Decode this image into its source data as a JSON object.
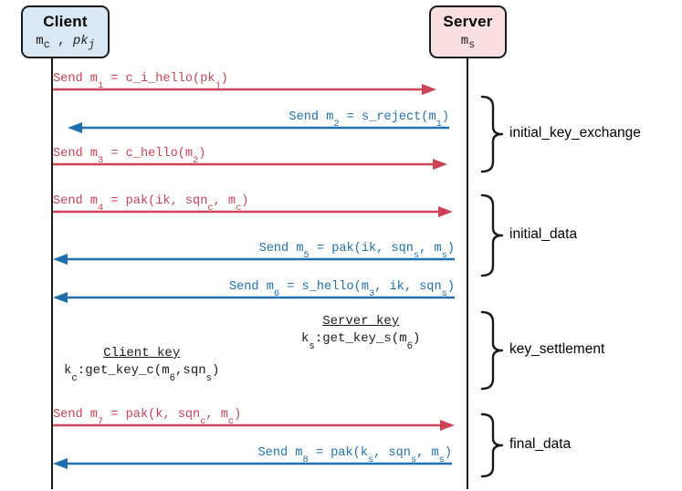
{
  "diagram": {
    "title": "Client-Server protocol sequence diagram",
    "colors": {
      "request": "#cc4257",
      "response": "#2070b0",
      "client_box_fill": "#d8e8f4",
      "server_box_fill": "#fadfe3",
      "line": "#1a1a1a"
    }
  },
  "actors": {
    "client": {
      "title": "Client",
      "state": "m_c , pk_j"
    },
    "server": {
      "title": "Server",
      "state": "m_s"
    }
  },
  "messages": [
    {
      "id": "m1",
      "direction": "request",
      "label": "Send m1 = c_i_hello(pkj)"
    },
    {
      "id": "m2",
      "direction": "response",
      "label": "Send m2 = s_reject(m1)"
    },
    {
      "id": "m3",
      "direction": "request",
      "label": "Send m3 = c_hello(m2)"
    },
    {
      "id": "m4",
      "direction": "request",
      "label": "Send m4 = pak(ik, sqnc, mc)"
    },
    {
      "id": "m5",
      "direction": "response",
      "label": "Send m5 = pak(ik, sqns, ms)"
    },
    {
      "id": "m6",
      "direction": "response",
      "label": "Send m6 = s_hello(m3, ik, sqns)"
    },
    {
      "id": "m7",
      "direction": "request",
      "label": "Send m7 = pak(k, sqnc, mc)"
    },
    {
      "id": "m8",
      "direction": "response",
      "label": "Send m8 = pak(ks, sqns, ms)"
    }
  ],
  "notes": {
    "server_key": {
      "title": "Server key",
      "body": "k_s:get_key_s(m_6)"
    },
    "client_key": {
      "title": "Client key",
      "body": "k_c:get_key_c(m_6,sqn_s)"
    }
  },
  "phases": [
    {
      "id": "initial_key_exchange",
      "label": "initial_key_exchange"
    },
    {
      "id": "initial_data",
      "label": "initial_data"
    },
    {
      "id": "key_settlement",
      "label": "key_settlement"
    },
    {
      "id": "final_data",
      "label": "final_data"
    }
  ]
}
